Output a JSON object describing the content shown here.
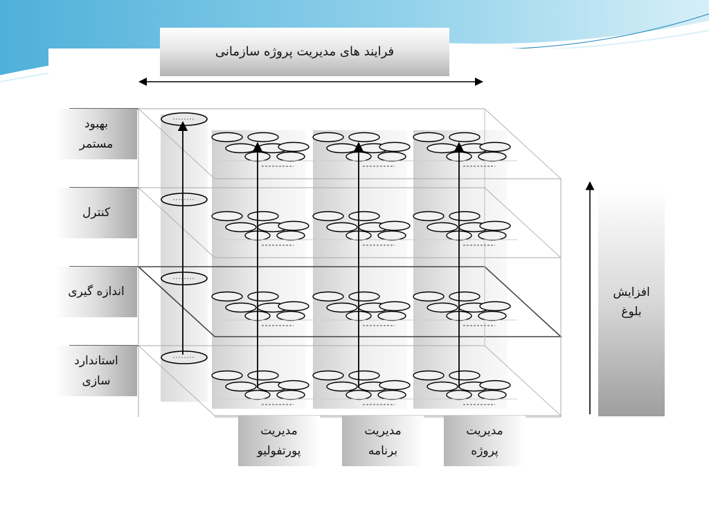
{
  "header": {
    "title": "فرایند های مدیریت پروژه سازمانی"
  },
  "levels": [
    {
      "line1": "بهبود",
      "line2": "مستمر"
    },
    {
      "line1": "کنترل",
      "line2": ""
    },
    {
      "line1": "اندازه گیری",
      "line2": ""
    },
    {
      "line1": "استاندارد",
      "line2": "سازی"
    }
  ],
  "columns": [
    {
      "line1": "مدیریت",
      "line2": "پورتفولیو"
    },
    {
      "line1": "مدیریت",
      "line2": "برنامه"
    },
    {
      "line1": "مدیریت",
      "line2": "پروژه"
    }
  ],
  "maturity": {
    "line1": "افزایش",
    "line2": "بلوغ"
  },
  "colors": {
    "wave_dark": "#5bb8de",
    "wave_light": "#bfe5f2",
    "line": "#000000"
  }
}
